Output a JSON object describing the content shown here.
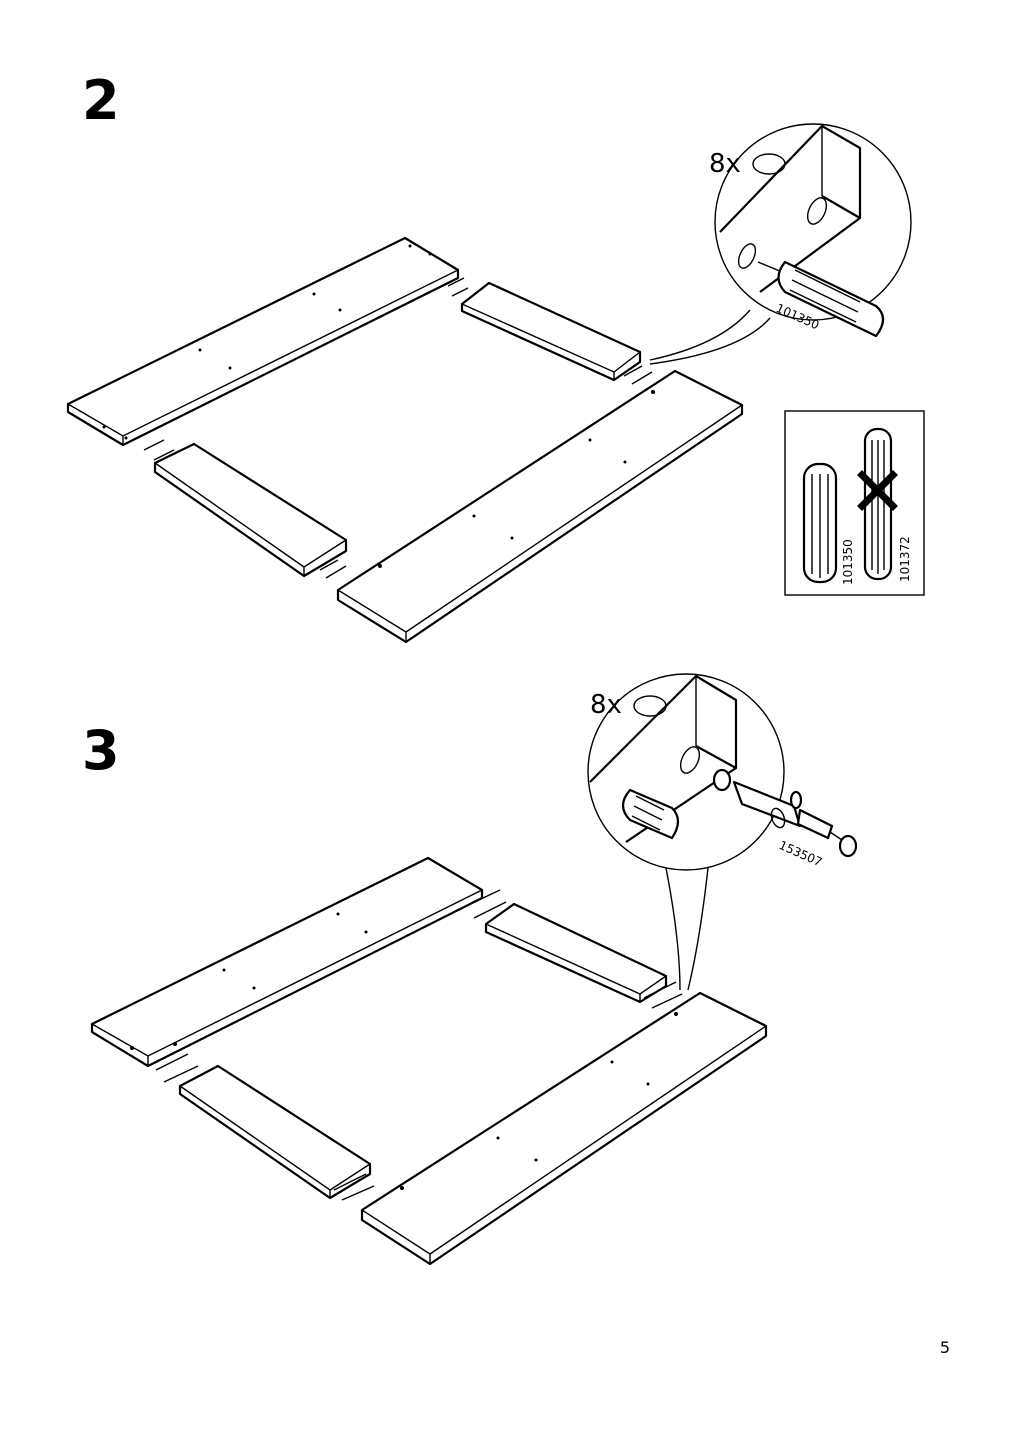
{
  "page": {
    "number": "5"
  },
  "steps": [
    {
      "number": "2",
      "quantity": "8x",
      "part_id": "101350",
      "compare_box": {
        "correct_part": "101350",
        "wrong_part": "101372"
      }
    },
    {
      "number": "3",
      "quantity": "8x",
      "part_id": "153507"
    }
  ],
  "icons": [
    "dowel-hole-icon",
    "wooden-dowel-icon",
    "cam-bolt-icon",
    "cross-mark-icon"
  ]
}
